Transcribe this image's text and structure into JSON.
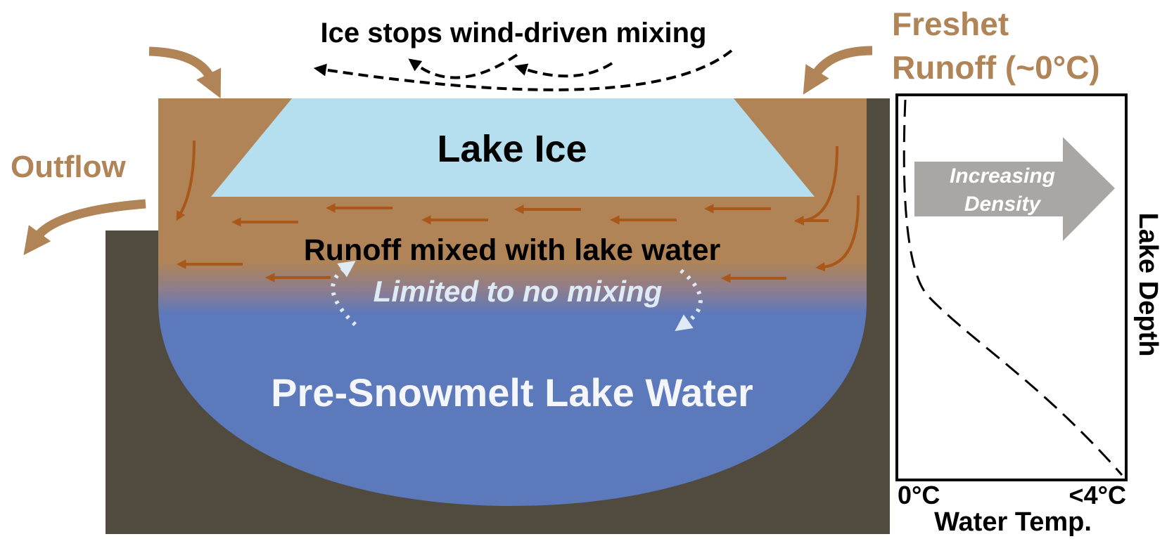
{
  "labels": {
    "top_caption": "Ice stops wind-driven mixing",
    "freshet_line1": "Freshet",
    "freshet_line2": "Runoff (~0°C)",
    "outflow": "Outflow",
    "lake_ice": "Lake Ice",
    "runoff_mixed": "Runoff mixed with lake water",
    "limited_mixing": "Limited to no mixing",
    "pre_snowmelt": "Pre-Snowmelt Lake Water"
  },
  "profile_panel": {
    "density_line1": "Increasing",
    "density_line2": "Density",
    "x_tick_left": "0°C",
    "x_tick_right": "<4°C",
    "x_label": "Water Temp.",
    "y_label": "Lake Depth"
  },
  "colors": {
    "ground": "#514a3f",
    "runoff_water": "#b08456",
    "lake_water": "#5b79bb",
    "lake_ice": "#b5dfee",
    "flow_arrow": "#a9581a",
    "label_brown": "#b08456",
    "mixing_dots": "#deeaf5",
    "density_arrow": "#a9a7a4"
  }
}
